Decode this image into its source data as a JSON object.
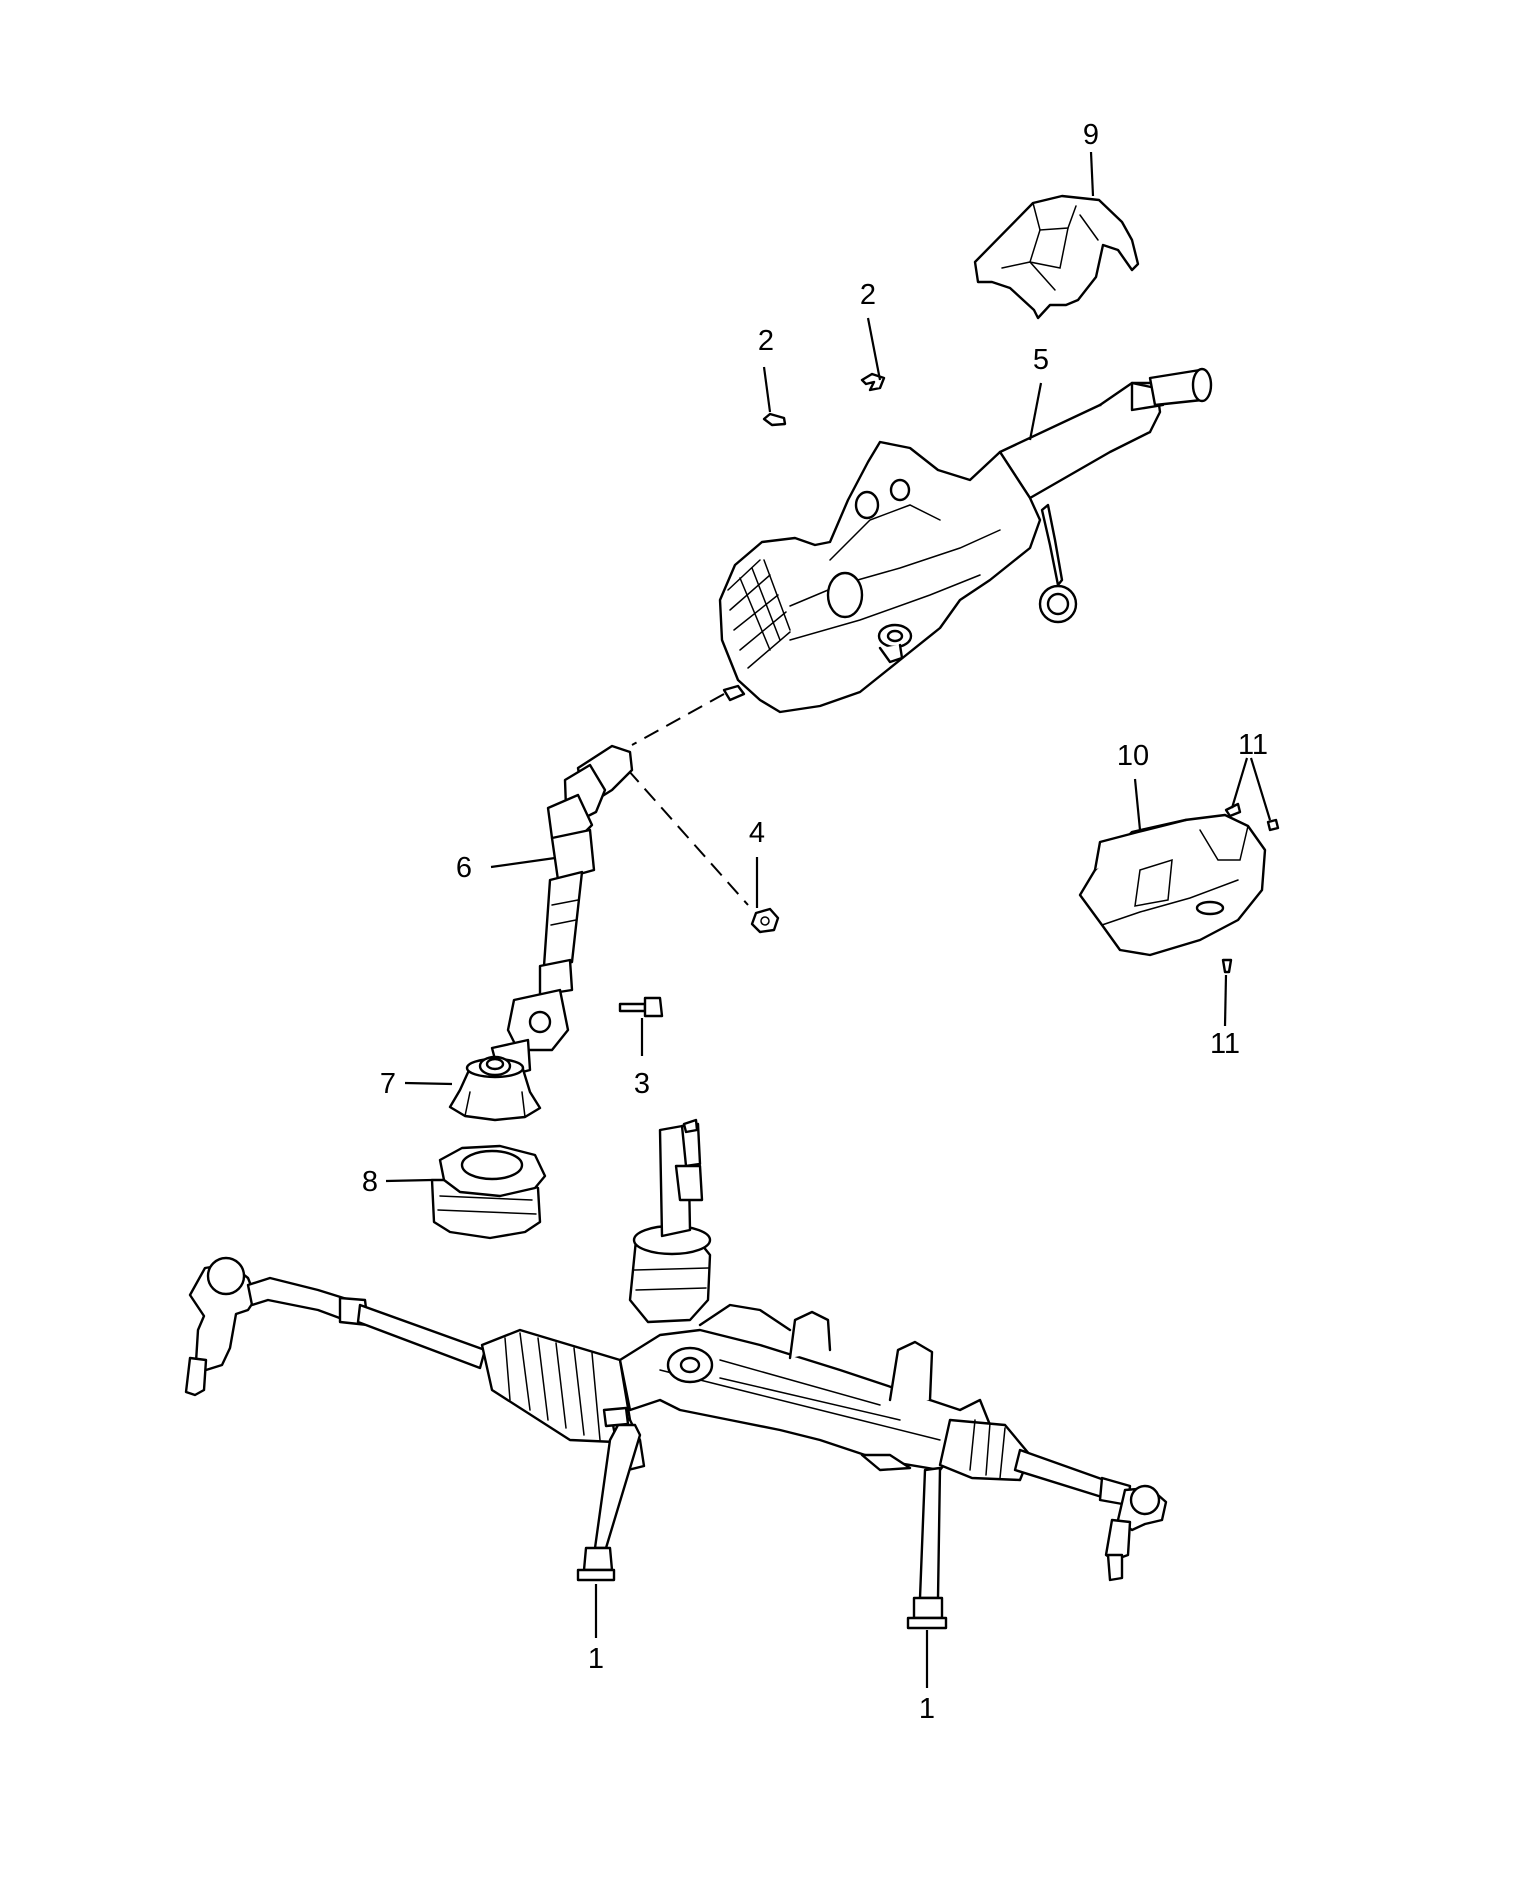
{
  "callouts": {
    "c1a": "1",
    "c1b": "1",
    "c2a": "2",
    "c2b": "2",
    "c3": "3",
    "c4": "4",
    "c5": "5",
    "c6": "6",
    "c7": "7",
    "c8": "8",
    "c9": "9",
    "c10": "10",
    "c11a": "11",
    "c11b": "11"
  },
  "colors": {
    "line": "#000000",
    "background": "#ffffff"
  }
}
